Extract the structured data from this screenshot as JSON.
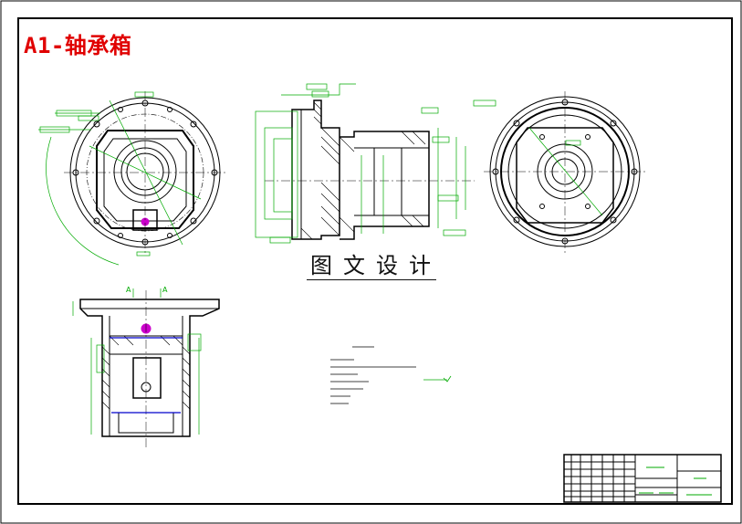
{
  "drawing": {
    "title": "A1-轴承箱",
    "watermark": "图文设计",
    "section_label_left": "A",
    "section_label_right": "A"
  },
  "colors": {
    "frame": "#000000",
    "dimension": "#00aa00",
    "title": "#e00000",
    "hatch": "#0000cc",
    "marker": "#cc00cc"
  }
}
